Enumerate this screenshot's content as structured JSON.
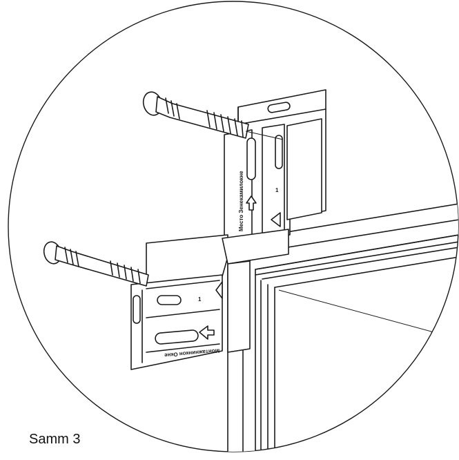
{
  "figure": {
    "step_label": "Samm 3",
    "bracket_text_vertical": "Место Зенекамилокне",
    "bracket_text_horizontal": "Монтажнинкон Окне",
    "digit_upper": "1",
    "digit_lower": "1"
  }
}
